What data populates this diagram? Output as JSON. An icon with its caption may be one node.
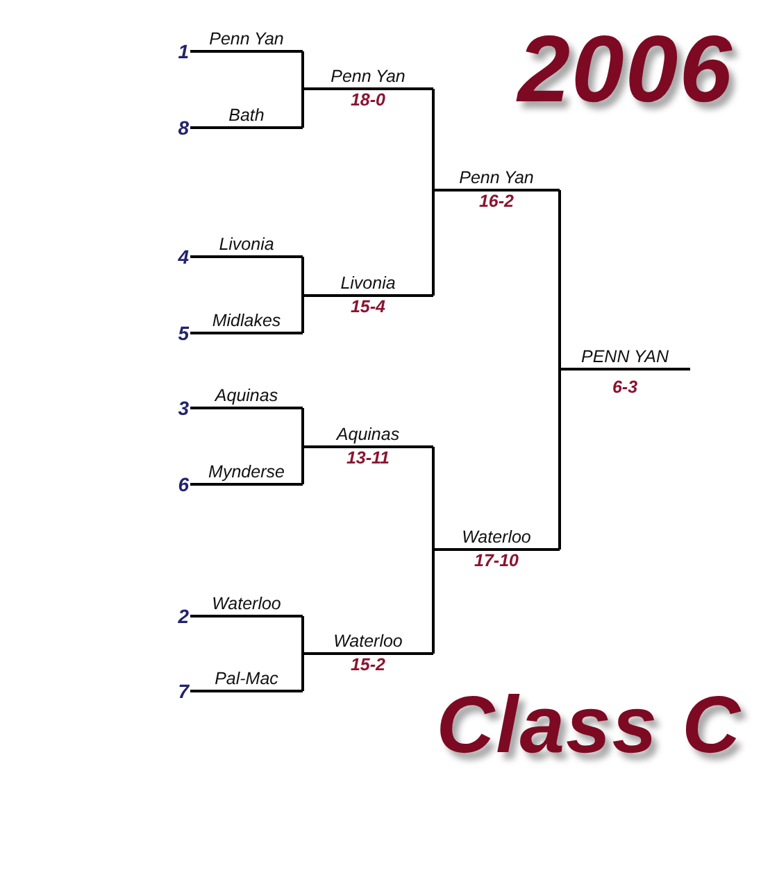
{
  "diagram": {
    "title": "2006",
    "caption": "Class C",
    "nodes": [
      {
        "text": [
          "Penn Yan"
        ],
        "beside": [
          "1"
        ]
      },
      {
        "text": [
          "Bath"
        ],
        "beside": [
          "8"
        ]
      },
      {
        "text": [
          "Livonia"
        ],
        "beside": [
          "4"
        ]
      },
      {
        "text": [
          "Midlakes"
        ],
        "beside": [
          "5"
        ]
      },
      {
        "text": [
          "Aquinas"
        ],
        "beside": [
          "3"
        ]
      },
      {
        "text": [
          "Mynderse"
        ],
        "beside": [
          "6"
        ]
      },
      {
        "text": [
          "Waterloo"
        ],
        "beside": [
          "2"
        ]
      },
      {
        "text": [
          "Pal-Mac"
        ],
        "beside": [
          "7"
        ]
      },
      {
        "text": [
          "Penn Yan",
          "18-0"
        ]
      },
      {
        "text": [
          "Livonia",
          "15-4"
        ]
      },
      {
        "text": [
          "Aquinas",
          "13-11"
        ]
      },
      {
        "text": [
          "Waterloo",
          "15-2"
        ]
      },
      {
        "text": [
          "Penn Yan",
          "16-2"
        ]
      },
      {
        "text": [
          "Waterloo",
          "17-10"
        ]
      },
      {
        "text": [
          "PENN YAN",
          "6-3"
        ]
      }
    ],
    "edges": [
      {
        "from": 0,
        "to": 8,
        "arrow": "none"
      },
      {
        "from": 1,
        "to": 8,
        "arrow": "none"
      },
      {
        "from": 2,
        "to": 9,
        "arrow": "none"
      },
      {
        "from": 3,
        "to": 9,
        "arrow": "none"
      },
      {
        "from": 4,
        "to": 10,
        "arrow": "none"
      },
      {
        "from": 5,
        "to": 10,
        "arrow": "none"
      },
      {
        "from": 6,
        "to": 11,
        "arrow": "none"
      },
      {
        "from": 7,
        "to": 11,
        "arrow": "none"
      },
      {
        "from": 8,
        "to": 12,
        "arrow": "none"
      },
      {
        "from": 9,
        "to": 12,
        "arrow": "none"
      },
      {
        "from": 10,
        "to": 13,
        "arrow": "none"
      },
      {
        "from": 11,
        "to": 13,
        "arrow": "none"
      },
      {
        "from": 12,
        "to": 14,
        "arrow": "none"
      },
      {
        "from": 13,
        "to": 14,
        "arrow": "none"
      }
    ]
  }
}
